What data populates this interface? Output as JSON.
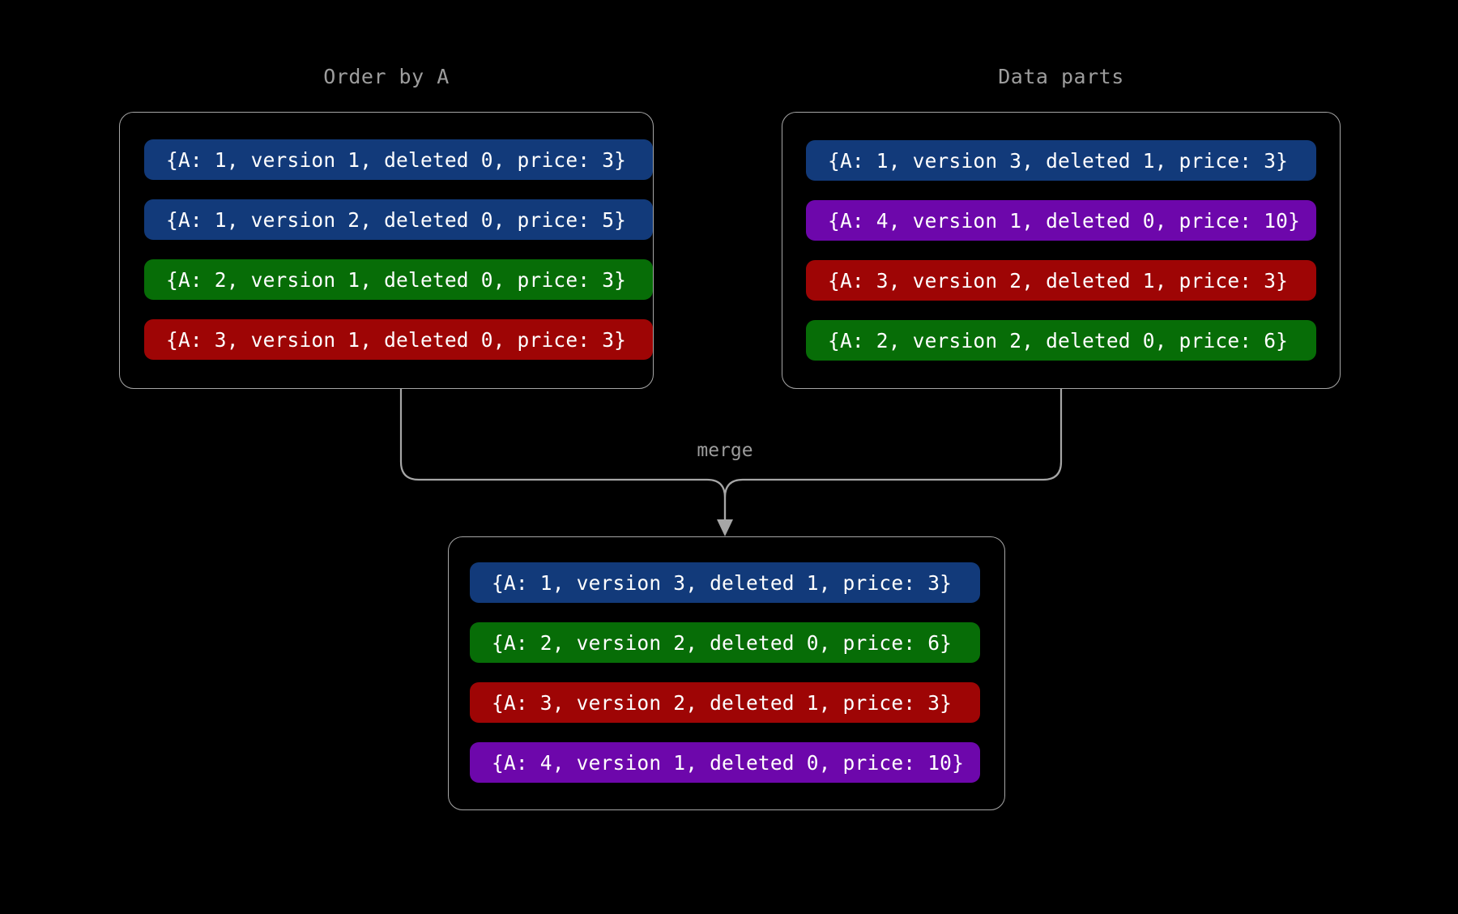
{
  "diagram": {
    "background_color": "#000000",
    "outline_color": "#a6a6a6",
    "label_color": "#9d9d9d",
    "edge_label": "merge",
    "palette": {
      "blue": "#123a7a",
      "green": "#076d07",
      "red": "#9e0505",
      "purple": "#6d07ab"
    }
  },
  "panels": [
    {
      "id": "order-by-a",
      "title": "Order by A",
      "rows": [
        {
          "text": "{A: 1, version 1, deleted 0, price: 3}",
          "color": "#123a7a"
        },
        {
          "text": "{A: 1, version 2, deleted 0, price: 5}",
          "color": "#123a7a"
        },
        {
          "text": "{A: 2, version 1, deleted 0, price: 3}",
          "color": "#076d07"
        },
        {
          "text": "{A: 3, version 1, deleted 0, price: 3}",
          "color": "#9e0505"
        }
      ]
    },
    {
      "id": "data-parts",
      "title": "Data parts",
      "rows": [
        {
          "text": "{A: 1, version 3, deleted 1, price: 3}",
          "color": "#123a7a"
        },
        {
          "text": "{A: 4, version 1, deleted 0, price: 10}",
          "color": "#6d07ab"
        },
        {
          "text": "{A: 3, version 2, deleted 1, price: 3}",
          "color": "#9e0505"
        },
        {
          "text": "{A: 2, version 2, deleted 0, price: 6}",
          "color": "#076d07"
        }
      ]
    },
    {
      "id": "merged-result",
      "title": "",
      "rows": [
        {
          "text": "{A: 1, version 3, deleted 1, price: 3}",
          "color": "#123a7a"
        },
        {
          "text": "{A: 2, version 2, deleted 0, price: 6}",
          "color": "#076d07"
        },
        {
          "text": "{A: 3, version 2, deleted 1, price: 3}",
          "color": "#9e0505"
        },
        {
          "text": "{A: 4, version 1, deleted 0, price: 10}",
          "color": "#6d07ab"
        }
      ]
    }
  ]
}
